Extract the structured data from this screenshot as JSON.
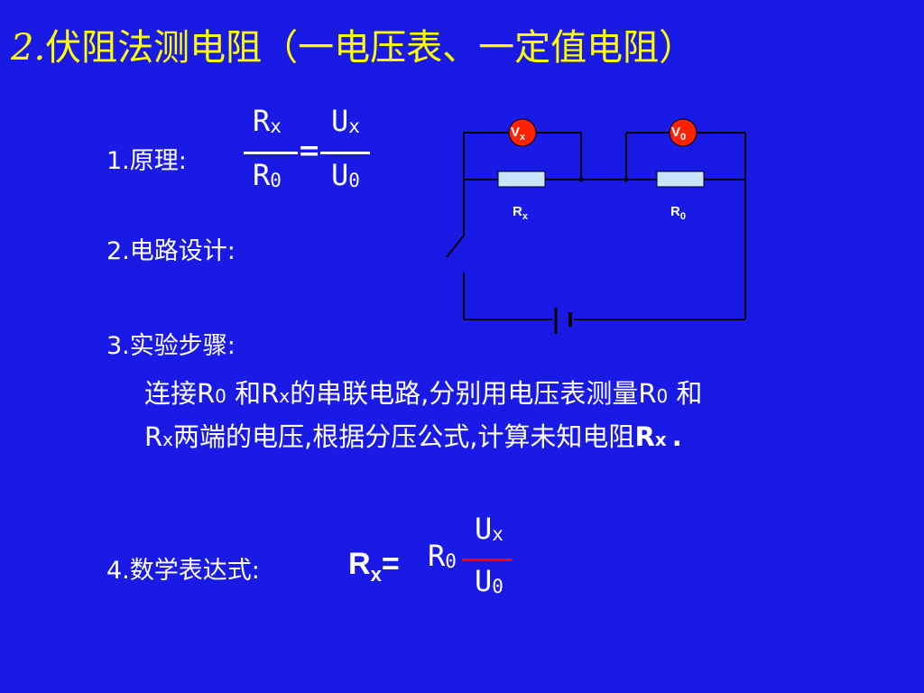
{
  "title": {
    "number": "2.",
    "main": "伏阻法测电阻",
    "paren": "（一电压表、一定值电阻）"
  },
  "sections": {
    "principle": {
      "num": "1.",
      "label": "原理:"
    },
    "design": {
      "num": "2.",
      "label": "电路设计:"
    },
    "steps": {
      "num": "3.",
      "label": "实验步骤:"
    },
    "expression": {
      "num": "4.",
      "label": "数学表达式:"
    }
  },
  "formula1": {
    "lhs_num": "R",
    "lhs_num_sub": "x",
    "lhs_den": "R",
    "lhs_den_sub": "0",
    "eq": "=",
    "rhs_num": "U",
    "rhs_num_sub": "x",
    "rhs_den": "U",
    "rhs_den_sub": "0"
  },
  "steps_text": {
    "p1": "连接R",
    "p1_sub": "0",
    "p2": " 和R",
    "p2_sub": "x",
    "p3": "的串联电路,分别用电压表测量R",
    "p3_sub": "0",
    "p4": " 和",
    "l2_p1": "R",
    "l2_p1_sub": "x",
    "l2_p2": "两端的电压,根据分压公式,计算未知电阻",
    "l2_p3": "R",
    "l2_p3_sub": "x",
    "l2_p4": "."
  },
  "formula2": {
    "lhs": "R",
    "lhs_sub": "x",
    "eq": "=",
    "factor": "R",
    "factor_sub": "0",
    "num": "U",
    "num_sub": "x",
    "den": "U",
    "den_sub": "0"
  },
  "circuit": {
    "v1": "V",
    "v1_sub": "x",
    "v2": "V",
    "v2_sub": "0",
    "r1": "R",
    "r1_sub": "x",
    "r2": "R",
    "r2_sub": "0",
    "meter_color": "#ff2200",
    "resistor_color": "#c8e4ff"
  },
  "colors": {
    "background": "#1a1ae6",
    "title": "#ffff00",
    "frac_line": "#ff0000"
  }
}
